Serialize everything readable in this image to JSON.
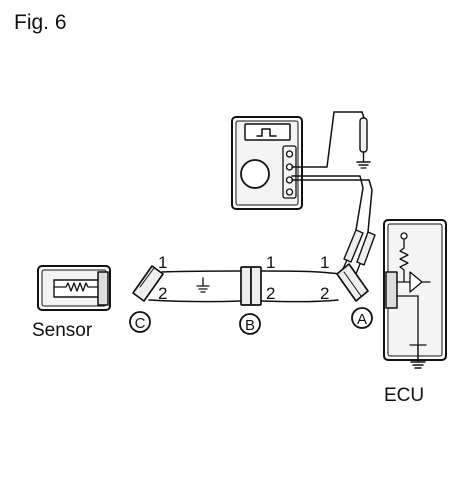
{
  "figure": {
    "label": "Fig. 6"
  },
  "components": {
    "sensor": "Sensor",
    "ecu": "ECU"
  },
  "connectors": {
    "a": {
      "letter": "A",
      "pin1": "1",
      "pin2": "2"
    },
    "b": {
      "letter": "B",
      "pin1": "1",
      "pin2": "2"
    },
    "c": {
      "letter": "C",
      "pin1": "1",
      "pin2": "2"
    }
  },
  "colors": {
    "ink": "#111111",
    "fill_light": "#f2f2f2",
    "fill_mid": "#dddddd",
    "paper": "#ffffff"
  }
}
